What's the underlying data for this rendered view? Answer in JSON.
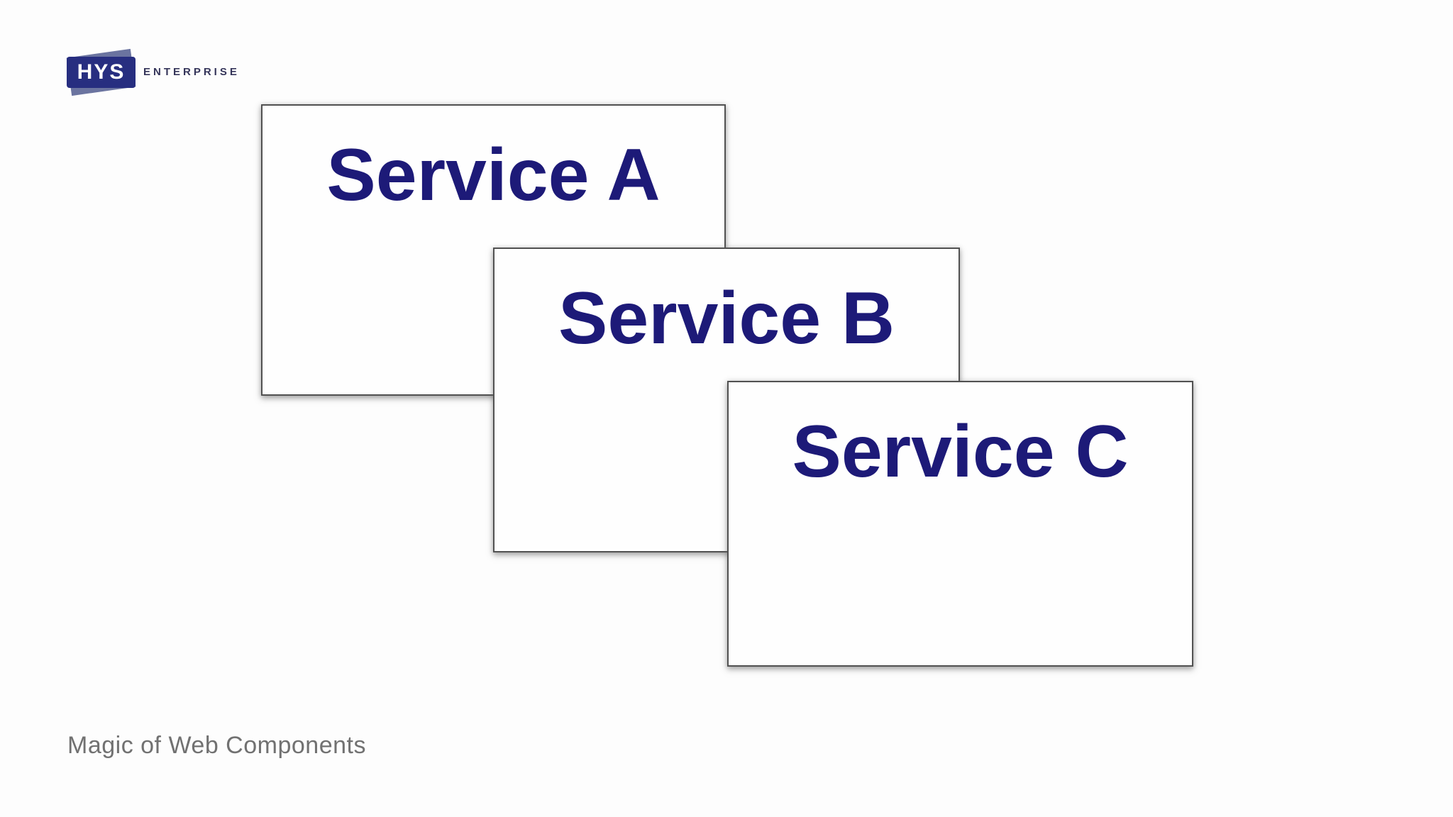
{
  "slide": {
    "background_color": "#fdfdfd",
    "footer_caption": "Magic of Web Components"
  },
  "logo": {
    "text": "HYS",
    "subtext": "ENTERPRISE",
    "rect_color": "#272e80",
    "back_shape_color": "#6b74a0",
    "text_color": "#ffffff",
    "subtext_color": "#35355a"
  },
  "cards": [
    {
      "label": "Service A"
    },
    {
      "label": "Service B"
    },
    {
      "label": "Service C"
    }
  ],
  "colors": {
    "card_title": "#1d1a78",
    "card_border": "#515151",
    "card_background": "#fefefe",
    "footer_text": "#717171"
  }
}
